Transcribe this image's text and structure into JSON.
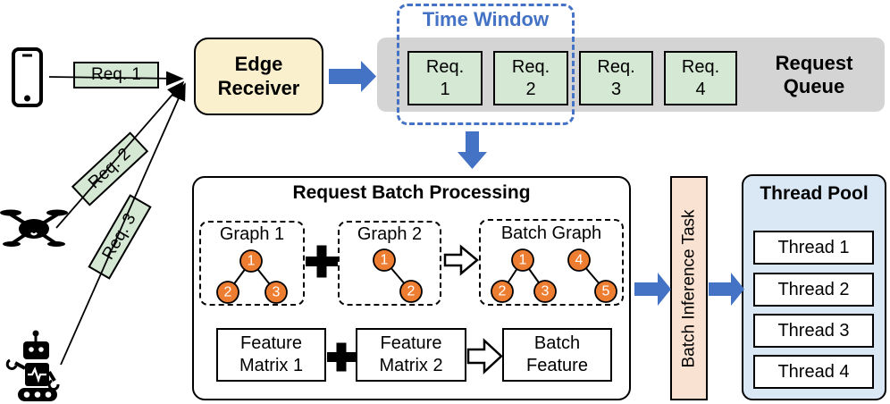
{
  "diagram": {
    "sources": [
      {
        "icon": "smartphone",
        "request": "Req. 1"
      },
      {
        "icon": "drone",
        "request": "Req. 2"
      },
      {
        "icon": "robot",
        "request": "Req. 3"
      }
    ],
    "edge_receiver": "Edge Receiver",
    "time_window": "Time Window",
    "request_queue": {
      "label": "Request Queue",
      "items": [
        {
          "word": "Req.",
          "num": "1"
        },
        {
          "word": "Req.",
          "num": "2"
        },
        {
          "word": "Req.",
          "num": "3"
        },
        {
          "word": "Req.",
          "num": "4"
        }
      ]
    },
    "processing": {
      "title": "Request Batch Processing",
      "plus": "+",
      "graphs": [
        {
          "title": "Graph 1",
          "nodes": [
            "1",
            "2",
            "3"
          ]
        },
        {
          "title": "Graph 2",
          "nodes": [
            "1",
            "2"
          ]
        },
        {
          "title": "Batch Graph",
          "nodes": [
            "1",
            "2",
            "3",
            "4",
            "5"
          ]
        }
      ],
      "features": [
        "Feature Matrix 1",
        "Feature Matrix 2"
      ],
      "batch_feature": "Batch Feature"
    },
    "batch_inference": "Batch Inference Task",
    "thread_pool": {
      "title": "Thread Pool",
      "threads": [
        "Thread 1",
        "Thread 2",
        "Thread 3",
        "Thread 4"
      ]
    },
    "colors": {
      "accent_blue": "#4472c4",
      "receiver_yellow": "#fbf0ce",
      "request_green": "#d5e8d4",
      "queue_gray": "#d4d4d4",
      "node_orange": "#ed7d31",
      "inference_peach": "#f9e2d2",
      "pool_blue": "#dae7f5"
    }
  }
}
